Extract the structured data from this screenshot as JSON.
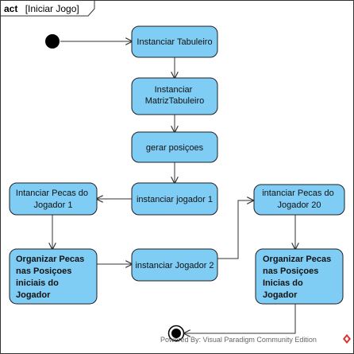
{
  "frame": {
    "keyword": "act",
    "title": "[Iniciar Jogo]"
  },
  "nodes": {
    "instanciar_tabuleiro": [
      "Instanciar Tabuleiro"
    ],
    "instanciar_matriz": [
      "Instanciar",
      "MatrizTabuleiro"
    ],
    "gerar_posicoes": [
      "gerar posiçoes"
    ],
    "instanciar_jogador1": [
      "instanciar jogador 1"
    ],
    "instanciar_pecas_j1": [
      "Intanciar Pecas do",
      "Jogador 1"
    ],
    "organizar_pecas_left": [
      "Organizar Pecas",
      "nas Posiçoes",
      "iniciais do",
      "Jogador"
    ],
    "instanciar_jogador2": [
      "instanciar Jogador 2"
    ],
    "instanciar_pecas_j20": [
      "intanciar Pecas do",
      "Jogador 20"
    ],
    "organizar_pecas_right": [
      "Organizar Pecas",
      "nas Posiçoes",
      "Inicias do",
      "Jogador"
    ]
  },
  "watermark": "Powered By: Visual Paradigm Community Edition",
  "colors": {
    "action_fill": "#7fcdf4",
    "stroke": "#1f1f1f",
    "watermark_logo": "#d9302a"
  }
}
